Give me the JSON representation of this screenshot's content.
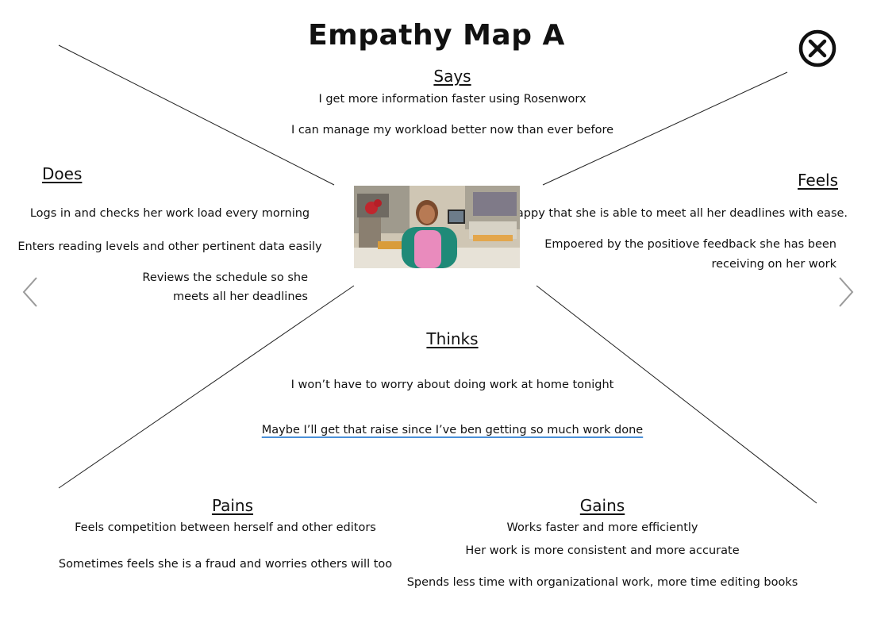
{
  "title": "Empathy Map A",
  "says": {
    "heading": "Says",
    "items": [
      "I get more information faster using Rosenworx",
      "I can manage my workload better now than ever before"
    ]
  },
  "does": {
    "heading": "Does",
    "items": [
      "Logs in and checks her work load every morning",
      "Enters reading levels and other pertinent data easily",
      "Reviews the schedule so she",
      "meets all her deadlines"
    ]
  },
  "feels": {
    "heading": "Feels",
    "items": [
      "Happy that she is able to meet all her deadlines with ease.",
      "Empoered by the positiove feedback she has been",
      "receiving on her work"
    ]
  },
  "thinks": {
    "heading": "Thinks",
    "items": [
      "I won’t have to worry about doing work at home tonight",
      "Maybe I’ll get that raise since I’ve ben getting so much work done"
    ]
  },
  "pains": {
    "heading": "Pains",
    "items": [
      "Feels competition between herself and other editors",
      "Sometimes feels she is a fraud and worries others will too"
    ]
  },
  "gains": {
    "heading": "Gains",
    "items": [
      "Works faster and more efficiently",
      "Her work is more consistent and more accurate",
      "Spends less time with organizational work, more time editing books"
    ]
  },
  "icons": {
    "close": "close-circle-icon",
    "prev": "chevron-left-icon",
    "next": "chevron-right-icon"
  }
}
